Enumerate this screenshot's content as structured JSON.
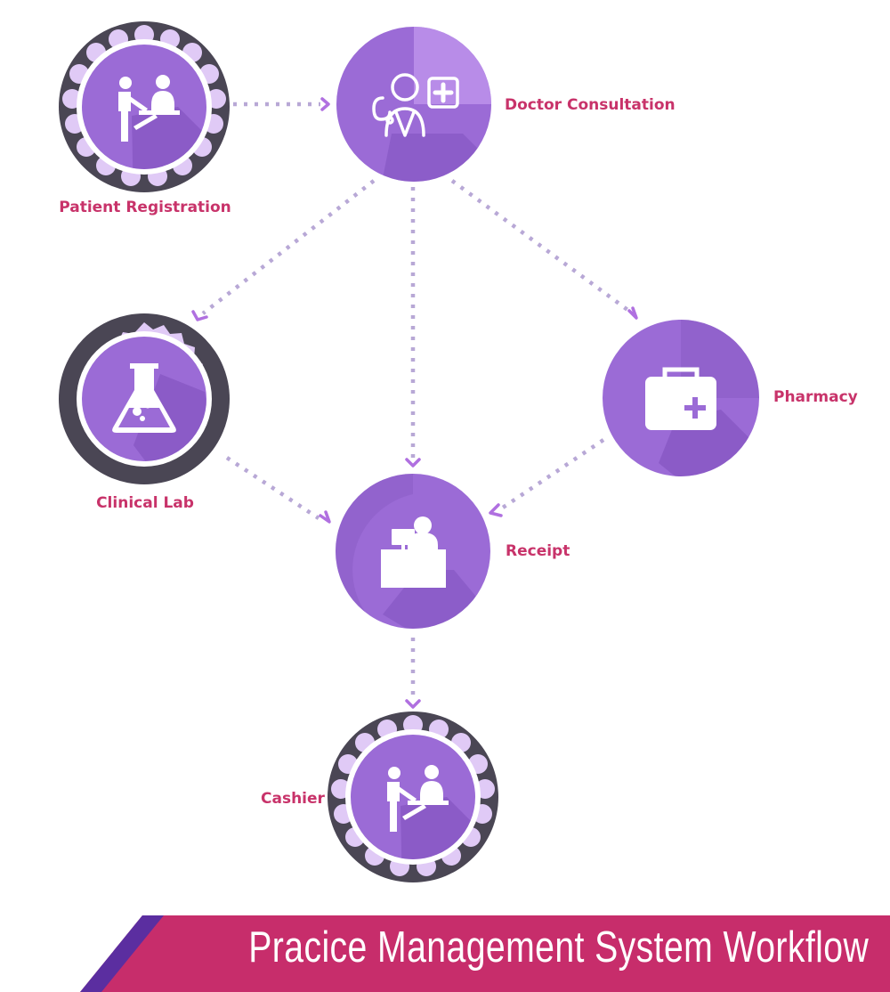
{
  "nodes": {
    "patient_registration": {
      "label": "Patient Registration",
      "icon": "patient-registration-icon"
    },
    "doctor_consultation": {
      "label": "Doctor Consultation",
      "icon": "doctor-icon"
    },
    "clinical_lab": {
      "label": "Clinical Lab",
      "icon": "lab-flask-icon"
    },
    "pharmacy": {
      "label": "Pharmacy",
      "icon": "first-aid-kit-icon"
    },
    "receipt": {
      "label": "Receipt",
      "icon": "reception-desk-icon"
    },
    "cashier": {
      "label": "Cashier",
      "icon": "cashier-icon"
    }
  },
  "edges": [
    {
      "from": "Patient Registration",
      "to": "Doctor Consultation"
    },
    {
      "from": "Doctor Consultation",
      "to": "Clinical Lab"
    },
    {
      "from": "Doctor Consultation",
      "to": "Receipt"
    },
    {
      "from": "Doctor Consultation",
      "to": "Pharmacy"
    },
    {
      "from": "Clinical Lab",
      "to": "Receipt"
    },
    {
      "from": "Pharmacy",
      "to": "Receipt"
    },
    {
      "from": "Receipt",
      "to": "Cashier"
    }
  ],
  "banner": {
    "title": "Pracice Management System Workflow"
  },
  "colors": {
    "label": "#c8336a",
    "node_purple": "#9b6bd6",
    "node_dark_ring": "#4a4654",
    "scallop": "#e0caf6",
    "connector": "#b8a8d6",
    "arrow": "#b070e0",
    "banner": "#c72d6b",
    "banner_accent": "#5b2ea0"
  }
}
